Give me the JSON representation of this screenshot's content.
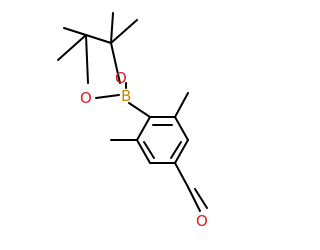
{
  "molecule": {
    "atoms": {
      "boron": "B",
      "ring_oxygen_left": "O",
      "ring_oxygen_right": "O",
      "aldehyde_oxygen": "O"
    },
    "colors": {
      "bond": "#000000",
      "boron": "#c08a00",
      "oxygen": "#d91f1f"
    }
  }
}
